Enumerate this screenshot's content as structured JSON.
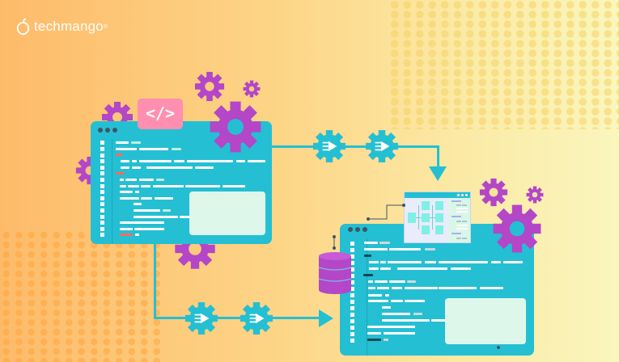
{
  "brand": {
    "name_part1": "tech",
    "name_part2": "mango",
    "registered": "®"
  },
  "code_tag": {
    "label": "</>"
  },
  "colors": {
    "window": "#25bfd3",
    "gear_purple": "#b446c8",
    "tag_pink": "#ff8fb1",
    "panel_mint": "#ddf8ea",
    "accent_red": "#f36f5b"
  },
  "diagram": {
    "description": "Development workflow: source code window flows through process gears to a target code window with database and flowchart preview",
    "nodes": [
      "source-code-window",
      "process-gear-1",
      "process-gear-2",
      "target-code-window",
      "database",
      "flowchart-preview",
      "process-gear-3",
      "process-gear-4"
    ],
    "edges": [
      [
        "source-code-window",
        "process-gear-1"
      ],
      [
        "process-gear-1",
        "process-gear-2"
      ],
      [
        "process-gear-2",
        "target-code-window"
      ],
      [
        "source-code-window",
        "process-gear-3"
      ],
      [
        "process-gear-3",
        "process-gear-4"
      ],
      [
        "process-gear-4",
        "target-code-window"
      ]
    ]
  }
}
